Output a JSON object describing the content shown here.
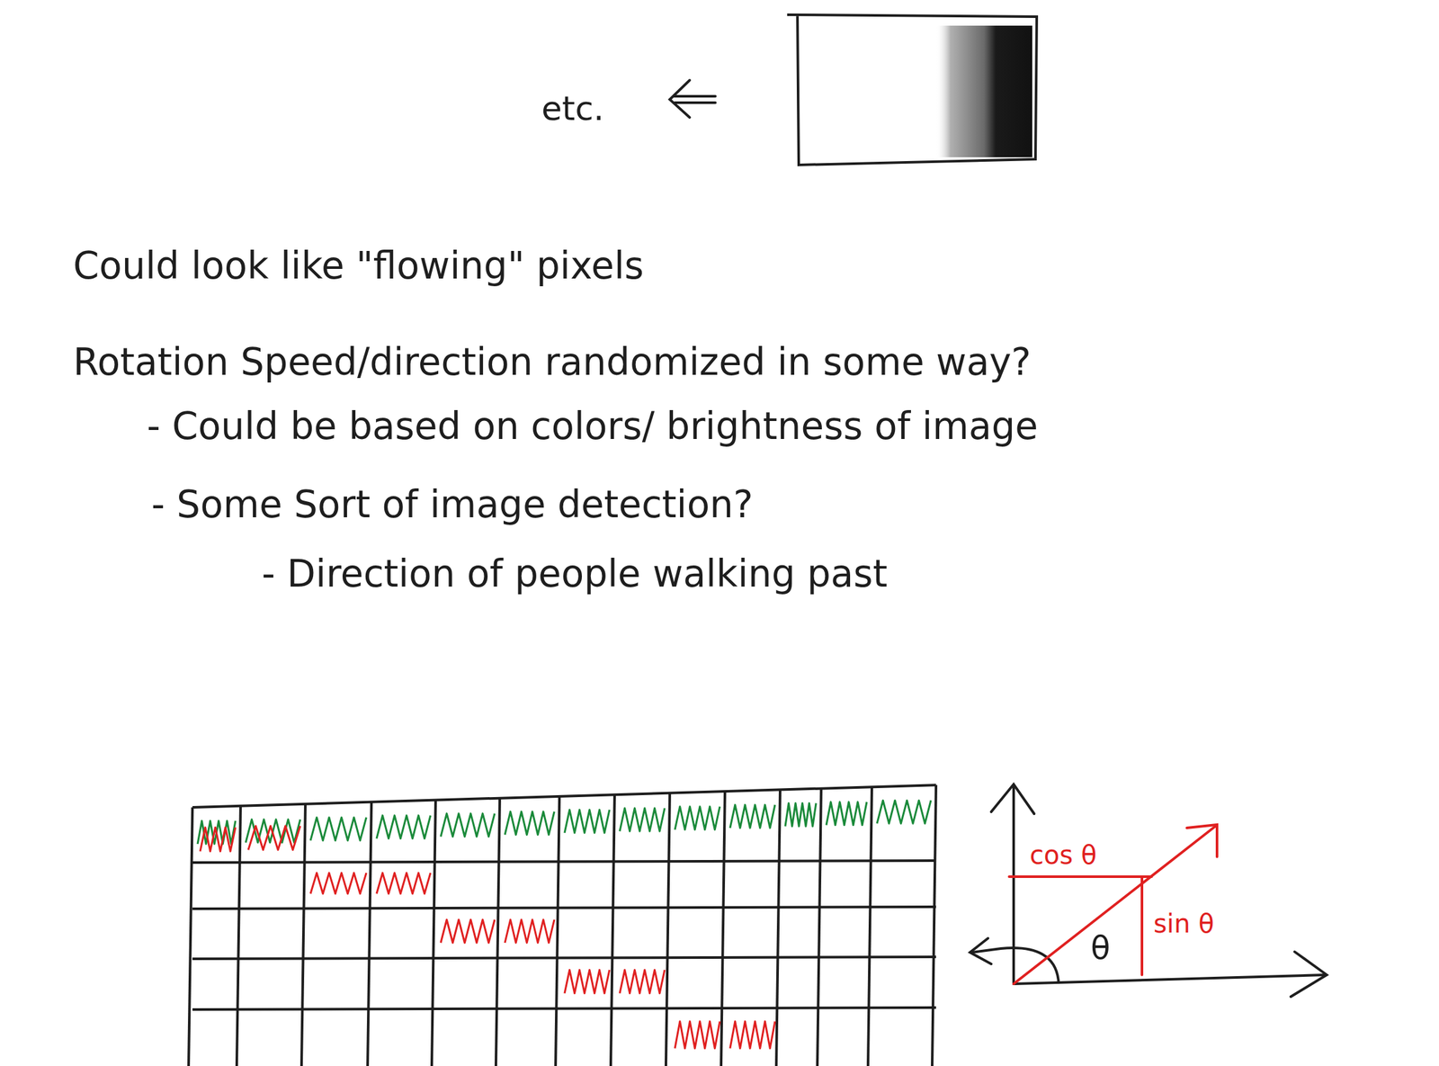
{
  "diagram": {
    "labels": [
      "etc.",
      "Could look like \"flowing\" pixels",
      "Rotation Speed/direction randomized in some way?",
      "- Could be based on colors/ brightness of image",
      "- Some Sort of image detection?",
      "- Direction of people walking past",
      "cos θ",
      "sin θ",
      "θ"
    ]
  }
}
